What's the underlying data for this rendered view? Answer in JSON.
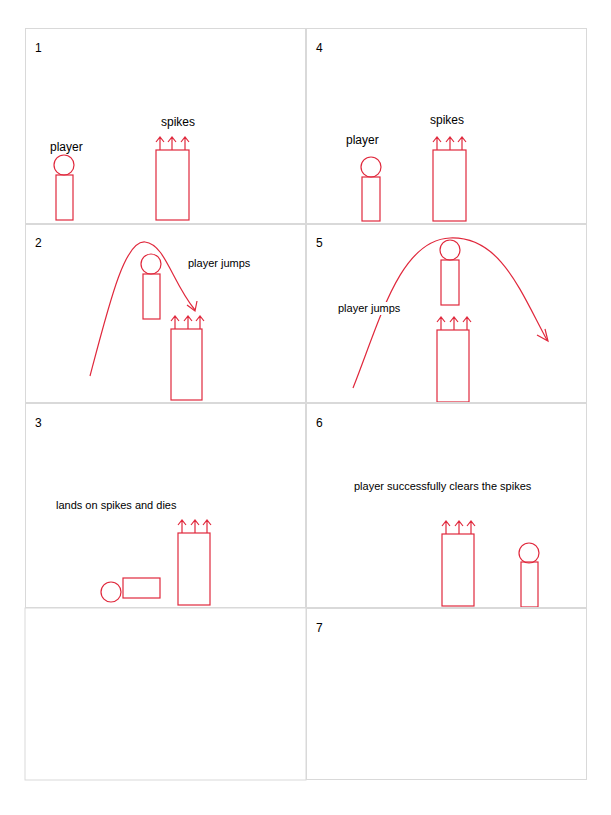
{
  "diagram": {
    "nodes": [
      {
        "text": [
          "1",
          "spikes",
          "player"
        ]
      },
      {
        "text": [
          "4",
          "spikes",
          "player"
        ]
      },
      {
        "text": [
          "2",
          "player jumps"
        ]
      },
      {
        "text": [
          "5",
          "player jumps"
        ]
      },
      {
        "text": [
          "3",
          "lands on spikes and dies"
        ]
      },
      {
        "text": [
          "6",
          "player successfully clears the spikes"
        ]
      },
      {
        "text": [
          "7"
        ]
      }
    ]
  }
}
